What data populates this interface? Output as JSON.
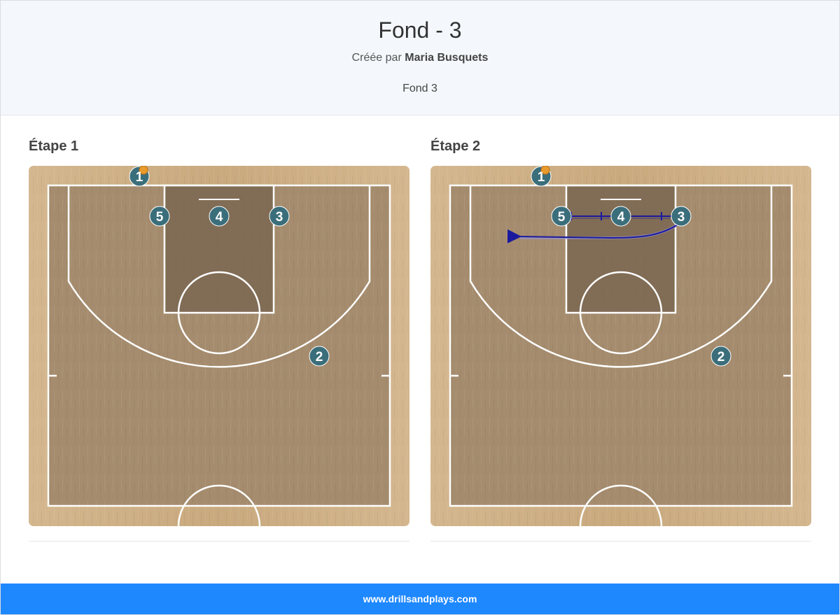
{
  "header": {
    "title": "Fond - 3",
    "created_by_prefix": "Créée par",
    "author": "Maria Busquets",
    "description": "Fond 3"
  },
  "steps": [
    {
      "label": "Étape 1",
      "players": [
        {
          "num": "1",
          "has_ball": true
        },
        {
          "num": "2"
        },
        {
          "num": "3"
        },
        {
          "num": "4"
        },
        {
          "num": "5"
        }
      ]
    },
    {
      "label": "Étape 2",
      "players": [
        {
          "num": "1",
          "has_ball": true
        },
        {
          "num": "2"
        },
        {
          "num": "3"
        },
        {
          "num": "4"
        },
        {
          "num": "5"
        }
      ],
      "actions": [
        {
          "type": "screen",
          "from": "4",
          "to": "5"
        },
        {
          "type": "screen",
          "from": "3",
          "to": "4"
        },
        {
          "type": "cut",
          "player": "3"
        }
      ]
    }
  ],
  "footer": {
    "site": "www.drillsandplays.com"
  },
  "colors": {
    "player_fill": "#3b6e7b",
    "wood_light": "#d2b48c",
    "paint": "#7a6651",
    "action_line": "#1a1a9e",
    "footer": "#1e88ff"
  }
}
